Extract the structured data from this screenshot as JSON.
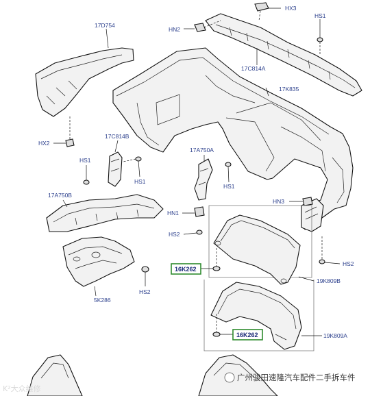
{
  "labels": {
    "hx3": "HX3",
    "hs1_top": "HS1",
    "hn2": "HN2",
    "c17d754": "17D754",
    "c17c814a": "17C814A",
    "c17k835": "17K835",
    "hx2": "HX2",
    "c17c814b": "17C814B",
    "c17a750a": "17A750A",
    "hs1_left": "HS1",
    "hs1_mid": "HS1",
    "hs1_center": "HS1",
    "c17a750b": "17A750B",
    "hn3": "HN3",
    "hn1": "HN1",
    "hs2_left": "HS2",
    "c16k262_a": "16K262",
    "c5k286": "5K286",
    "hs2_bottom": "HS2",
    "hs2_right": "HS2",
    "c19k809b": "19K809B",
    "c16k262_b": "16K262",
    "c19k809a": "19K809A"
  },
  "watermark": {
    "left": "K²大众维修",
    "right": "广州骏田速隆汽车配件二手拆车件"
  },
  "colors": {
    "label_text": "#2b3f8c",
    "highlight_box": "#2e8b2e",
    "line_art": "#111111"
  }
}
